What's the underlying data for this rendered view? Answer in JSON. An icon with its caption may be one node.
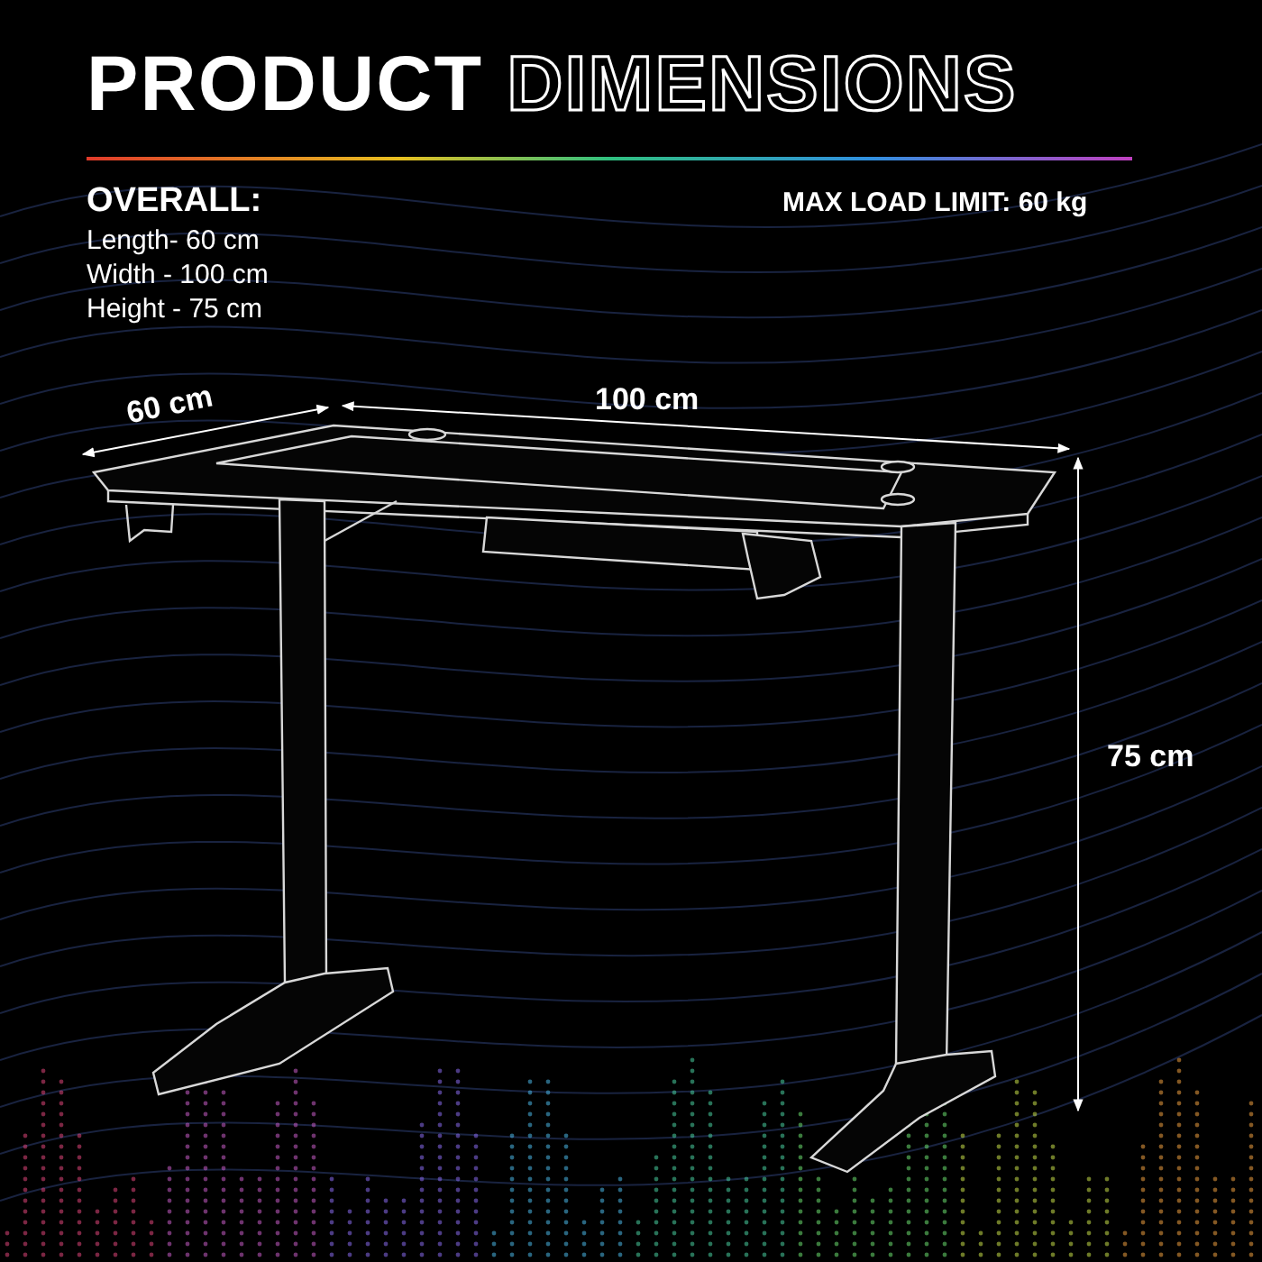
{
  "diagram": {
    "title": "PRODUCT DIMENSIONS",
    "labels": [
      "OVERALL:",
      "Length- 60 cm",
      "Width - 100 cm",
      "Height - 75 cm",
      "MAX LOAD LIMIT: 60 kg",
      "60 cm",
      "100 cm",
      "75 cm"
    ]
  }
}
